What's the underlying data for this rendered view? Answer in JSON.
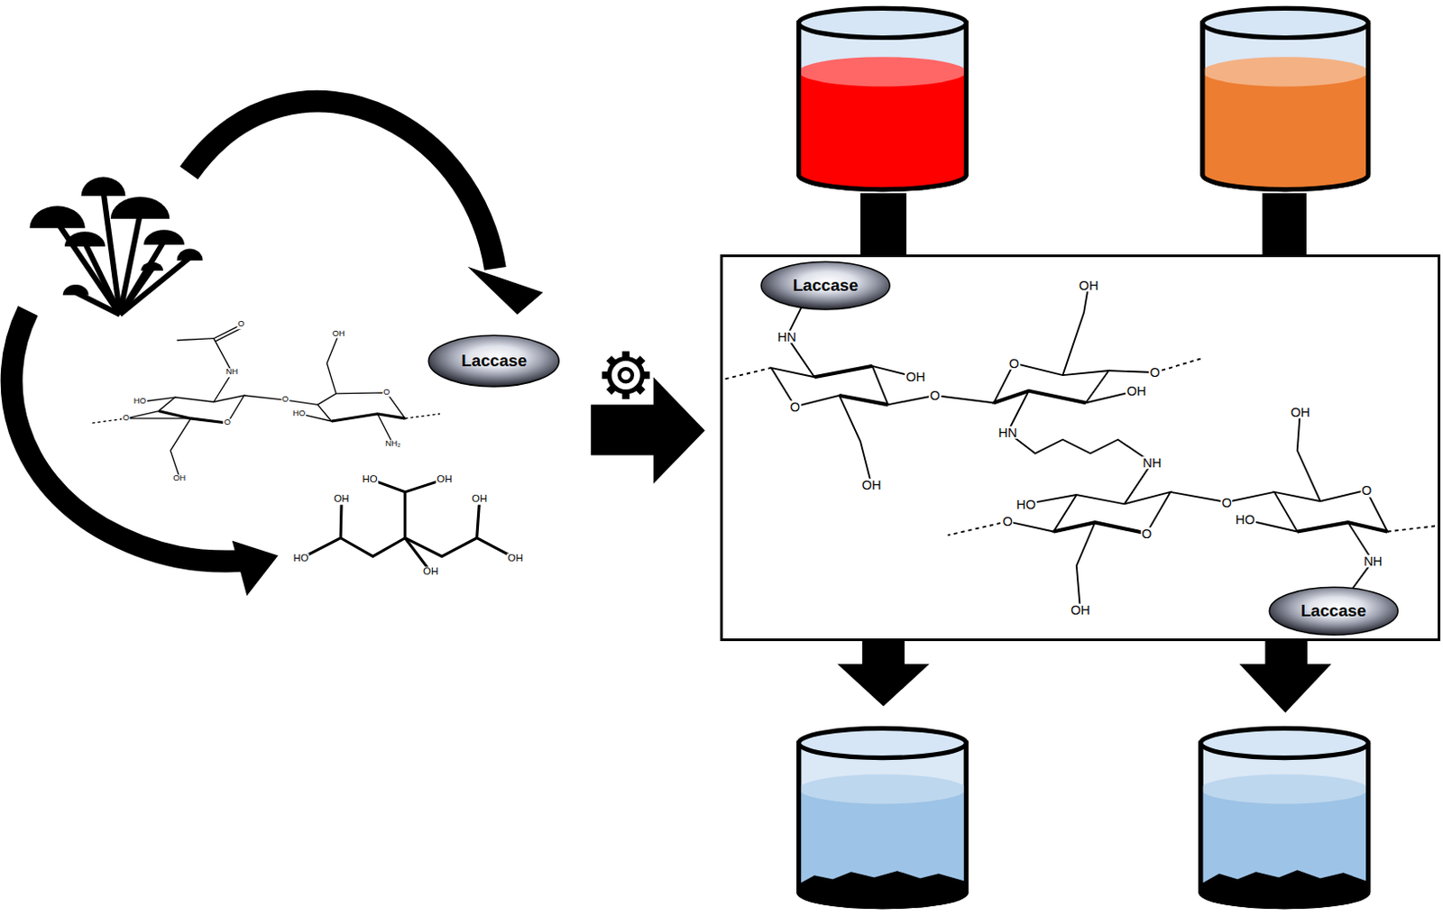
{
  "diagram": {
    "nodes": [
      {
        "text": [
          "Laccase"
        ]
      },
      {
        "text": [
          "HN",
          "OH",
          "O",
          "O",
          "OH",
          "OH",
          "O",
          "O",
          "OH",
          "HN",
          "NH",
          "OH",
          "O",
          "O",
          "HO",
          "HO",
          "O",
          "O",
          "NH",
          "OH"
        ]
      },
      {
        "text": [
          "Laccase"
        ],
        "in": 1
      },
      {
        "text": [
          "Laccase"
        ],
        "in": 1
      }
    ],
    "labels": [
      "O",
      "NH",
      "HO",
      "O",
      "O",
      "OH",
      "O",
      "OH",
      "HO",
      "O",
      "NH₂",
      "HO",
      "OH",
      "OH",
      "OH",
      "HO",
      "OH",
      "OH"
    ]
  }
}
